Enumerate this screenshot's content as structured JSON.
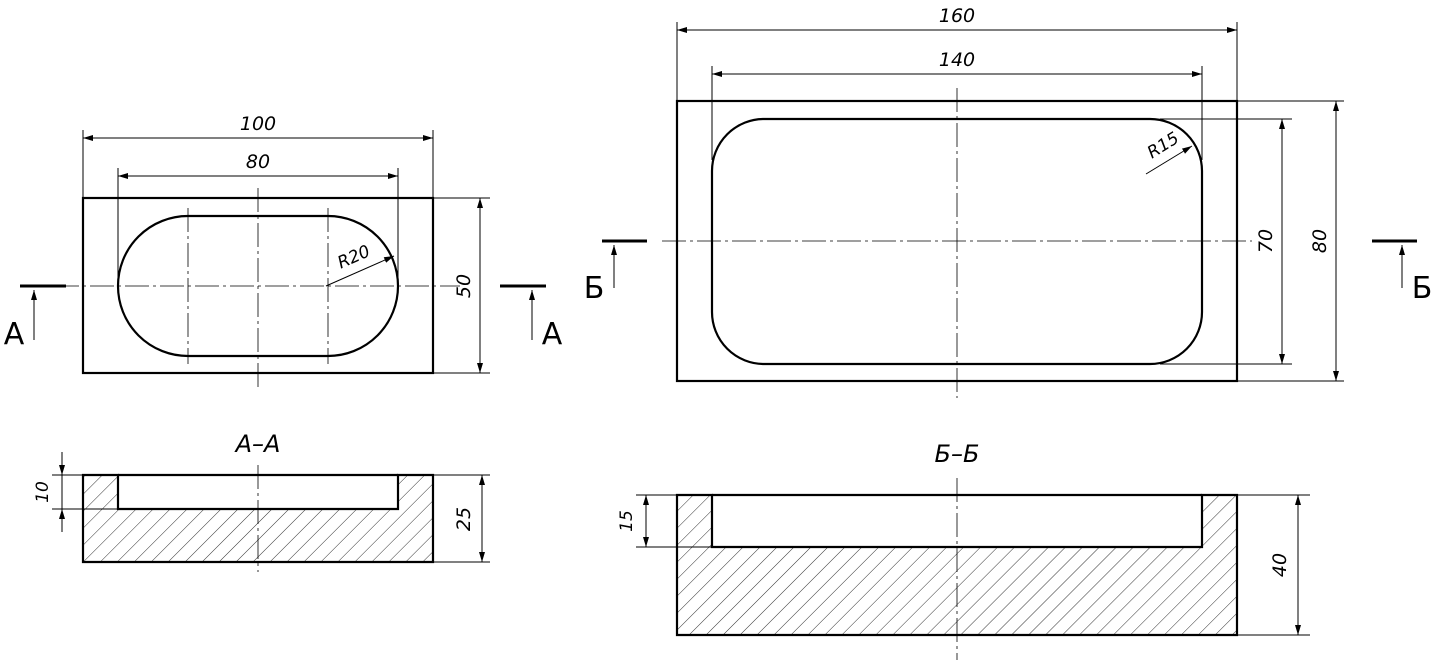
{
  "drawing": {
    "part1": {
      "dims": {
        "width": "100",
        "inner_width": "80",
        "radius": "R20",
        "height": "50",
        "section_depth": "10",
        "section_height": "25"
      },
      "section_mark": "А",
      "section_title": "А–А"
    },
    "part2": {
      "dims": {
        "width": "160",
        "inner_width": "140",
        "radius": "R15",
        "inner_height": "70",
        "height": "80",
        "section_depth": "15",
        "section_height": "40"
      },
      "section_mark": "Б",
      "section_title": "Б–Б"
    }
  }
}
